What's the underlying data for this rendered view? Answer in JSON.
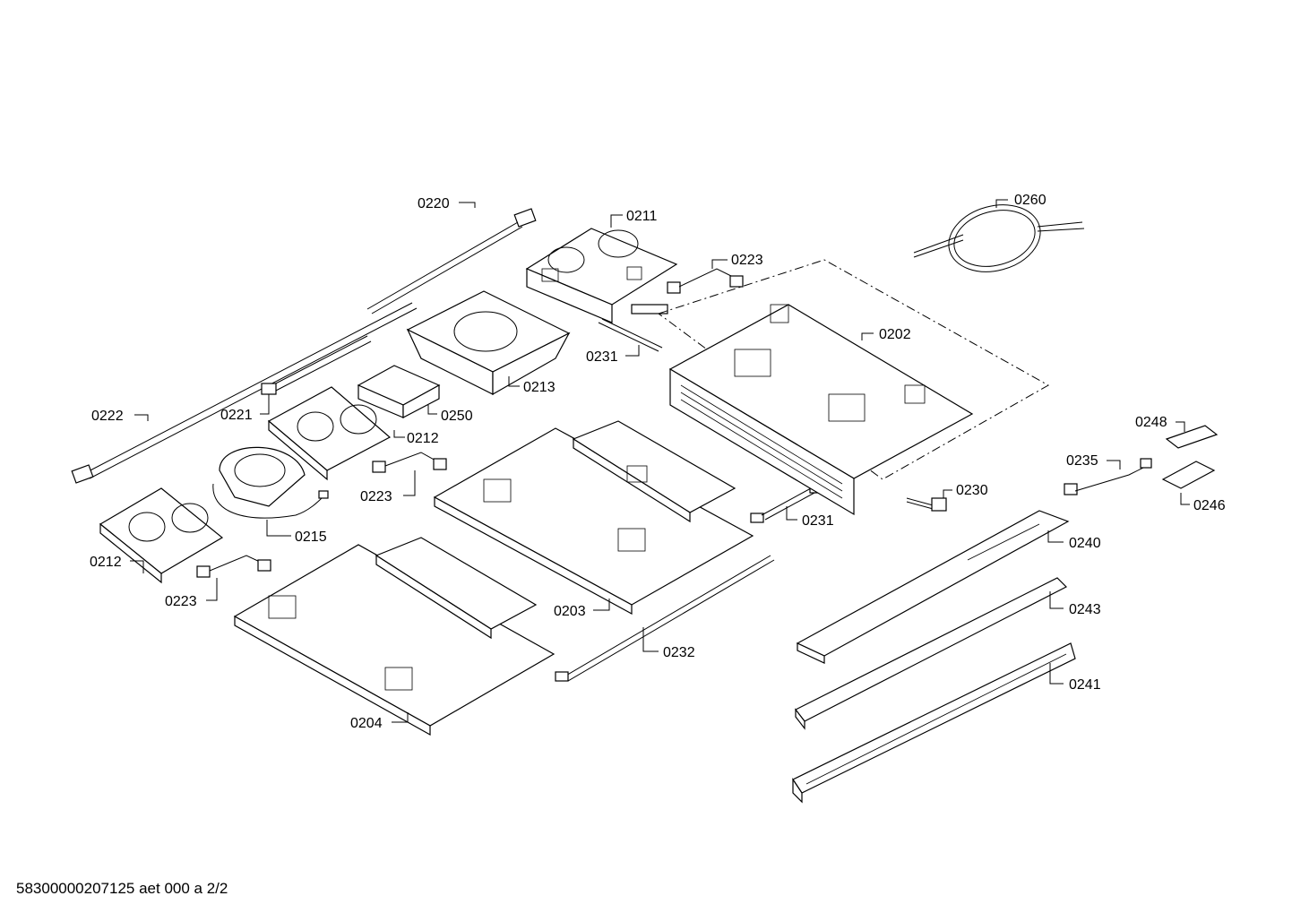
{
  "labels": {
    "p0260": "0260",
    "p0220": "0220",
    "p0211": "0211",
    "p0223a": "0223",
    "p0202": "0202",
    "p0231a": "0231",
    "p0213": "0213",
    "p0222": "0222",
    "p0221": "0221",
    "p0250": "0250",
    "p0212a": "0212",
    "p0248": "0248",
    "p0235": "0235",
    "p0230": "0230",
    "p0246": "0246",
    "p0223b": "0223",
    "p0231b": "0231",
    "p0215": "0215",
    "p0212b": "0212",
    "p0240": "0240",
    "p0223c": "0223",
    "p0203": "0203",
    "p0243": "0243",
    "p0232": "0232",
    "p0241": "0241",
    "p0204": "0204"
  },
  "footer": "58300000207125 aet 000 a 2/2"
}
